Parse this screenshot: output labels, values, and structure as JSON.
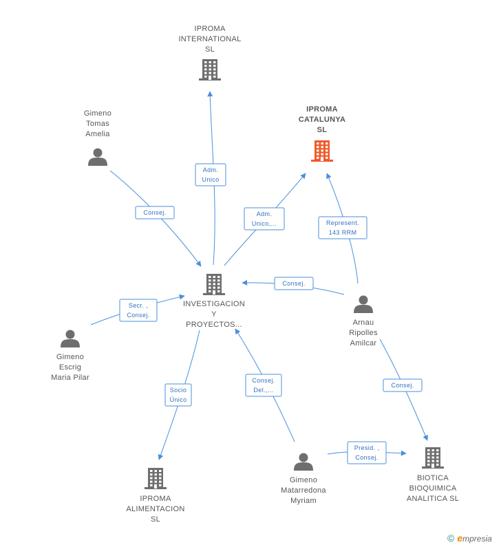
{
  "colors": {
    "company": "#6e6e6e",
    "focus": "#f05a2a",
    "person": "#6e6e6e",
    "edge": "#4a8fdb"
  },
  "nodes": [
    {
      "id": "intl",
      "type": "company",
      "label": [
        "IPROMA",
        "INTERNATIONAL",
        "SL"
      ]
    },
    {
      "id": "catalunya",
      "type": "company",
      "focus": true,
      "label": [
        "IPROMA",
        "CATALUNYA",
        "SL"
      ]
    },
    {
      "id": "tomas",
      "type": "person",
      "label": [
        "Gimeno",
        "Tomas",
        "Amelia"
      ]
    },
    {
      "id": "invest",
      "type": "company",
      "label": [
        "INVESTIGACION",
        "Y",
        "PROYECTOS..."
      ]
    },
    {
      "id": "arnau",
      "type": "person",
      "label": [
        "Arnau",
        "Ripolles",
        "Amilcar"
      ]
    },
    {
      "id": "escrig",
      "type": "person",
      "label": [
        "Gimeno",
        "Escrig",
        "Maria Pilar"
      ]
    },
    {
      "id": "alim",
      "type": "company",
      "label": [
        "IPROMA",
        "ALIMENTACION",
        "SL"
      ]
    },
    {
      "id": "myriam",
      "type": "person",
      "label": [
        "Gimeno",
        "Matarredona",
        "Myriam"
      ]
    },
    {
      "id": "biotica",
      "type": "company",
      "label": [
        "BIOTICA",
        "BIOQUIMICA",
        "ANALITICA SL"
      ]
    }
  ],
  "edges": [
    {
      "id": "invest-intl",
      "from": "invest",
      "to": "intl",
      "label": [
        "Adm.",
        "Unico"
      ]
    },
    {
      "id": "invest-catalunya",
      "from": "invest",
      "to": "catalunya",
      "label": [
        "Adm.",
        "Unico,..."
      ]
    },
    {
      "id": "tomas-invest",
      "from": "tomas",
      "to": "invest",
      "label": [
        "Consej."
      ]
    },
    {
      "id": "arnau-catalunya",
      "from": "arnau",
      "to": "catalunya",
      "label": [
        "Represent.",
        "143 RRM"
      ]
    },
    {
      "id": "arnau-invest",
      "from": "arnau",
      "to": "invest",
      "label": [
        "Consej."
      ]
    },
    {
      "id": "escrig-invest",
      "from": "escrig",
      "to": "invest",
      "label": [
        "Secr. ,",
        "Consej."
      ]
    },
    {
      "id": "invest-alim",
      "from": "invest",
      "to": "alim",
      "label": [
        "Socio",
        "Único"
      ]
    },
    {
      "id": "myriam-invest",
      "from": "myriam",
      "to": "invest",
      "label": [
        "Consej.",
        "Del.,..."
      ]
    },
    {
      "id": "arnau-biotica",
      "from": "arnau",
      "to": "biotica",
      "label": [
        "Consej."
      ]
    },
    {
      "id": "myriam-biotica",
      "from": "myriam",
      "to": "biotica",
      "label": [
        "Presid. ,",
        "Consej."
      ]
    }
  ],
  "brand": {
    "copyright": "©",
    "e": "e",
    "rest": "mpresia"
  }
}
